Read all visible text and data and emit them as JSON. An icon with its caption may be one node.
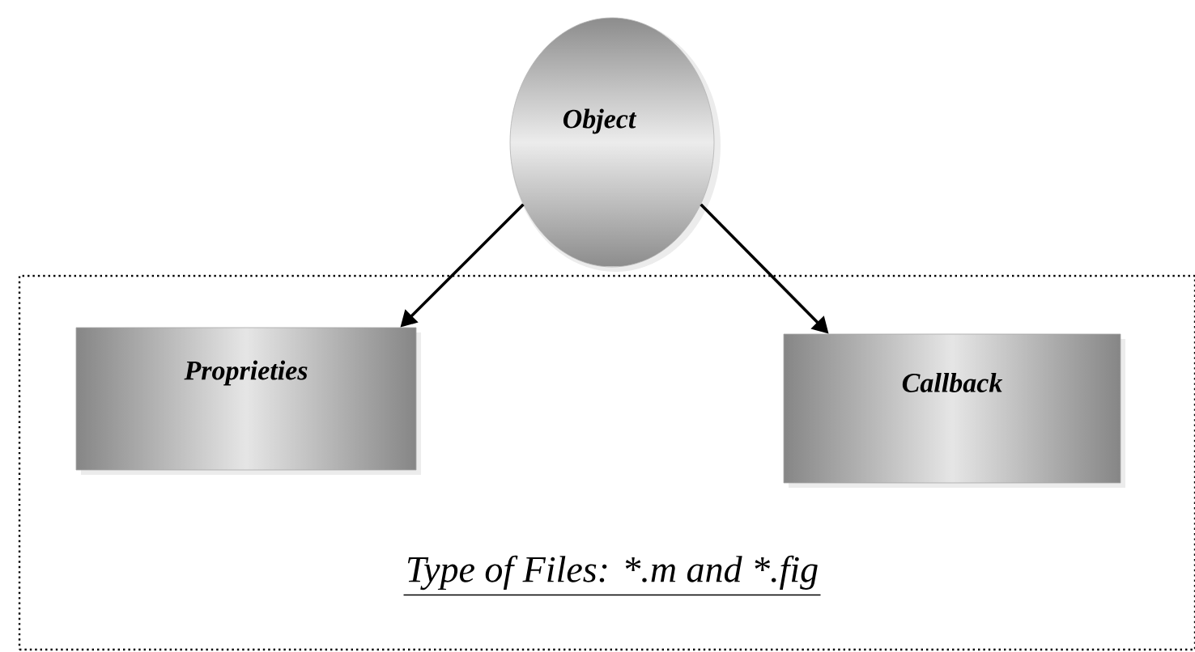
{
  "diagram": {
    "nodes": [
      {
        "text": [
          "Object"
        ]
      },
      {
        "text": [
          "Type of Files: *.m and *.fig"
        ]
      },
      {
        "text": [
          "Proprieties"
        ],
        "in": 1
      },
      {
        "text": [
          "Callback"
        ],
        "in": 1
      }
    ],
    "edges": [
      {
        "from": 0,
        "to": 2,
        "arrow": "to"
      },
      {
        "from": 0,
        "to": 3,
        "arrow": "to"
      }
    ]
  }
}
